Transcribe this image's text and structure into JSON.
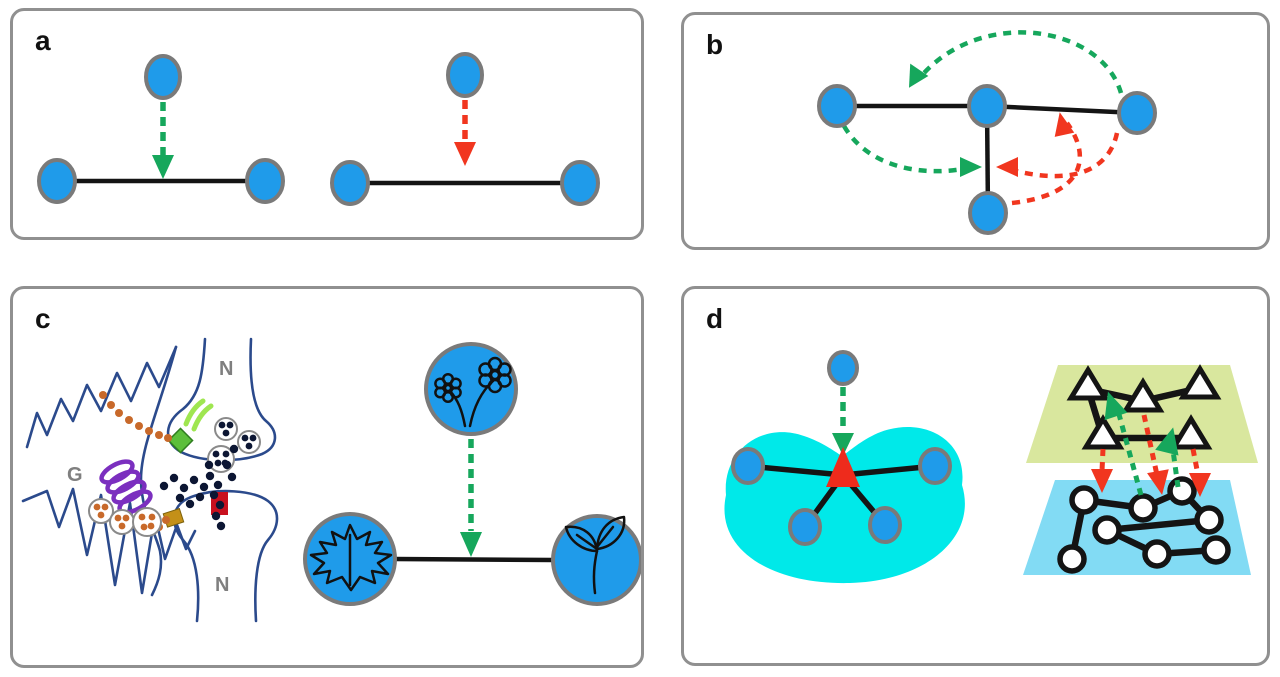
{
  "panels": {
    "a": {
      "label": "a"
    },
    "b": {
      "label": "b"
    },
    "c": {
      "label": "c",
      "synapse": {
        "top_neuron_label": "N",
        "glia_label": "G",
        "bottom_neuron_label": "N"
      },
      "node_icons": [
        "flower-icon",
        "maple-leaf-icon",
        "sprout-icon"
      ]
    },
    "d": {
      "label": "d",
      "node_markers": [
        "triangle-node-icon",
        "circle-node-icon"
      ]
    }
  },
  "colors": {
    "node_fill": "#1F9BEA",
    "node_border": "#7A7A7A",
    "edge_black": "#141414",
    "green_arrow": "#16A75C",
    "red_arrow": "#F1361F",
    "cyan_blob": "#00E9E9",
    "top_layer_green": "#D9E79E",
    "bottom_layer_blue": "#82DBF4",
    "synapse_outline": "#2B4A8C",
    "gliotransmitter_orange": "#C8692A",
    "neurotransmitter_navy": "#0C1633",
    "gpcr_coil_purple": "#7B2FBF",
    "receptor_diamond_green": "#5CBF3B",
    "receptor_squiggle_green": "#9FE650",
    "receptor_square_red": "#C8101E",
    "receptor_square_olive": "#C49018",
    "label_gray": "#7F7F7F"
  }
}
